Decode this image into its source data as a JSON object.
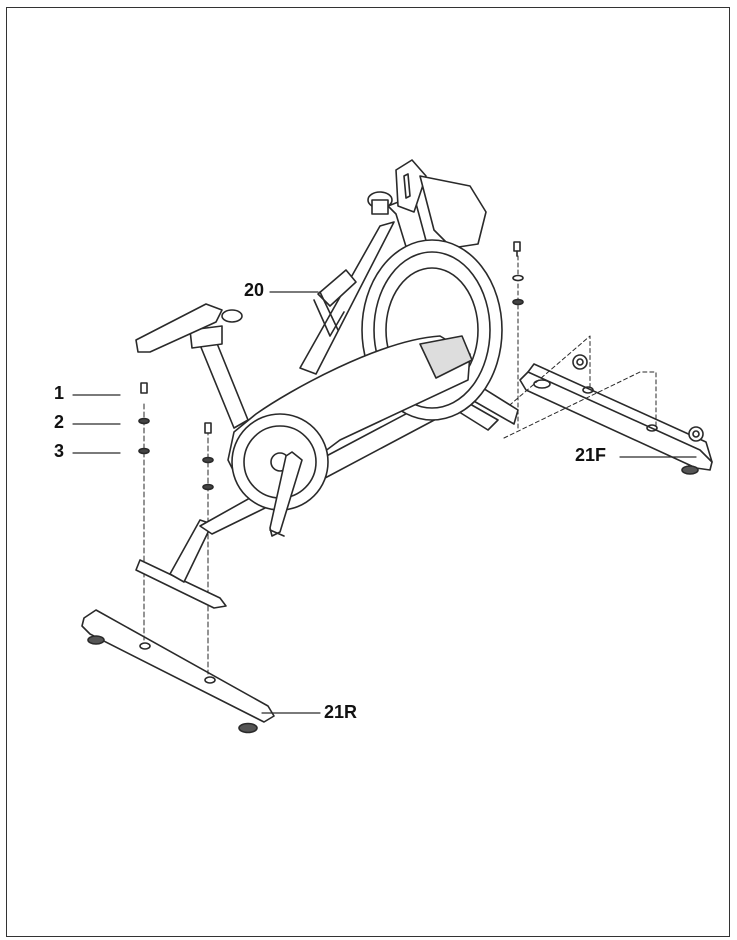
{
  "labels": {
    "part_1": "1",
    "part_2": "2",
    "part_3": "3",
    "part_20": "20",
    "part_21F": "21F",
    "part_21R": "21R"
  },
  "colors": {
    "line": "#2a2a2a",
    "shade": "#6b6b6b",
    "fill": "#ffffff"
  },
  "icons": {
    "bike": "exercise-bike-line-art",
    "bolt": "bolt-icon",
    "washer": "washer-icon"
  }
}
